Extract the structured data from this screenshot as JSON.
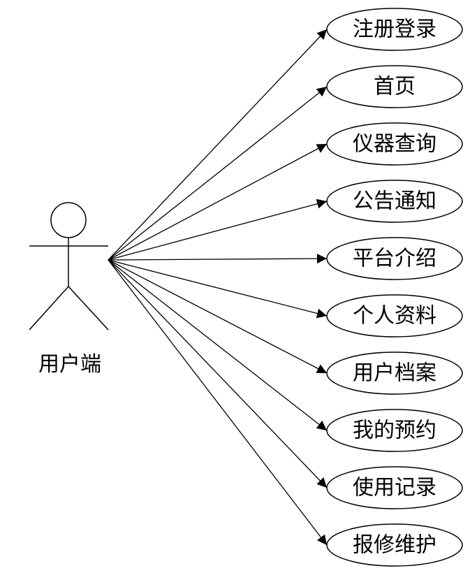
{
  "actor": {
    "label": "用户端",
    "icon": "stick-figure-icon"
  },
  "use_cases": [
    {
      "label": "注册登录"
    },
    {
      "label": "首页"
    },
    {
      "label": "仪器查询"
    },
    {
      "label": "公告通知"
    },
    {
      "label": "平台介绍"
    },
    {
      "label": "个人资料"
    },
    {
      "label": "用户档案"
    },
    {
      "label": "我的预约"
    },
    {
      "label": "使用记录"
    },
    {
      "label": "报修维护"
    }
  ],
  "colors": {
    "stroke": "#000000",
    "background": "#ffffff"
  }
}
